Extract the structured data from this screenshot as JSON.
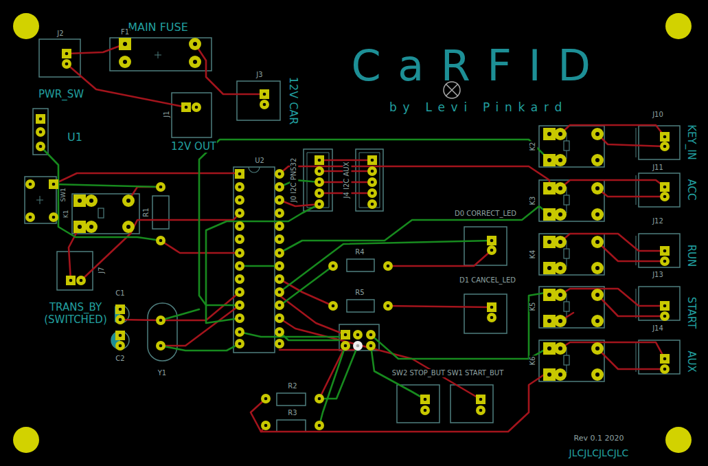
{
  "diagram": {
    "title": "CaRFID",
    "labels": [
      "MAIN FUSE",
      "F1",
      "J2",
      "PWR_SW",
      "J3",
      "12V CAR",
      "J1",
      "12V OUT",
      "U1",
      "by Levi Pinkard",
      "J10",
      "KEY_IN",
      "K2",
      "J11",
      "ACC",
      "K3",
      "U2",
      "J0 I2C PN532",
      "J4 I2C AUX",
      "SW1",
      "K1",
      "R1",
      "J7",
      "D0 CORRECT_LED",
      "J12",
      "RUN",
      "K4",
      "D1 CANCEL_LED",
      "R4",
      "R5",
      "J13",
      "START",
      "K5",
      "C1",
      "TRANS_BY (SWITCHED)",
      "C2",
      "Y1",
      "J14",
      "AUX",
      "K6",
      "SW2 STOP_BUT SW1 START_BUT",
      "R2",
      "R3",
      "Rev 0.1 2020",
      "JLCJLCJLCJLC"
    ]
  }
}
